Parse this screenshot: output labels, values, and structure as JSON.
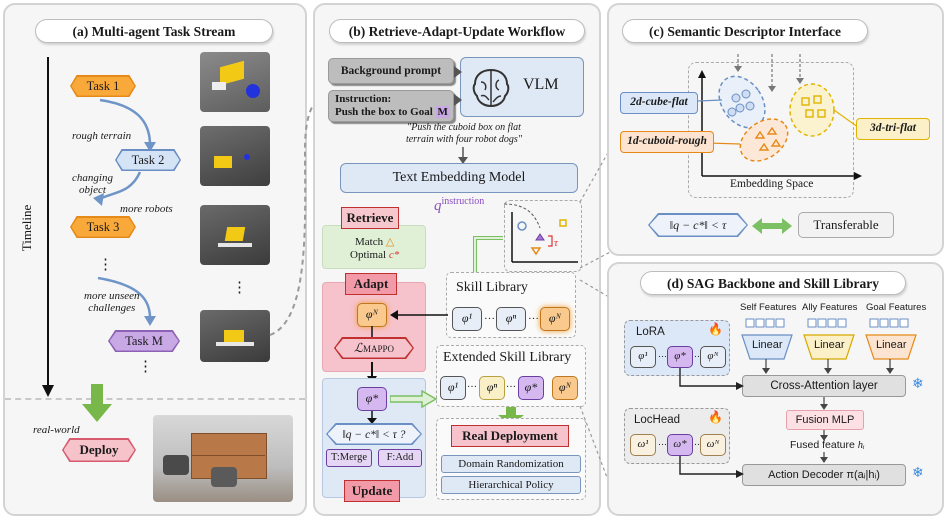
{
  "panel_a": {
    "title": "(a) Multi-agent Task Stream",
    "timeline": "Timeline",
    "task1": "Task 1",
    "task2": "Task 2",
    "task3": "Task 3",
    "taskM": "Task M",
    "rough": "rough terrain",
    "changing": "changing\nobject",
    "more_robots": "more robots",
    "dots1": "⋮",
    "unseen": "more unseen\nchallenges",
    "dots2": "⋮",
    "img_dots": "⋮",
    "real_world": "real-world",
    "deploy": "Deploy"
  },
  "panel_b": {
    "title": "(b) Retrieve-Adapt-Update Workflow",
    "background_prompt": "Background prompt",
    "instruction_line1": "Instruction:",
    "instruction_line2": "Push the box to Goal",
    "instruction_M": "M",
    "vlm": "VLM",
    "quote": "\"Push the cuboid box on flat\nterrain with four robot dogs\"",
    "text_embedding": "Text Embedding Model",
    "q_label": "q",
    "q_sup": "instruction",
    "tau": "τ",
    "retrieve": "Retrieve",
    "match": "Match",
    "match_sym": "△",
    "optimal": "Optimal",
    "optimal_sym": "c*",
    "adapt": "Adapt",
    "phiN_adapt": "φᴺ",
    "loss": "ℒ",
    "loss_sub": "MAPPO",
    "skill_library": "Skill Library",
    "sl_phi1": "φ¹",
    "sl_dots": "…",
    "sl_phin": "φⁿ",
    "sl_dots2": "…",
    "sl_phiN": "φᴺ",
    "ext_skill_library": "Extended Skill Library",
    "esl_phi1": "φ¹",
    "esl_dots": "…",
    "esl_phin": "φⁿ",
    "esl_dots2": "…",
    "esl_phistar": "φ*",
    "esl_phiN": "φᴺ",
    "phistar": "φ*",
    "cond": "‖q − c*‖ < τ ?",
    "merge": "T:Merge",
    "add": "F:Add",
    "update": "Update",
    "real_deploy": "Real Deployment",
    "domain_rand": "Domain Randomization",
    "hier_policy": "Hierarchical Policy"
  },
  "panel_c": {
    "title": "(c) Semantic Descriptor Interface",
    "cube": "2d-cube-flat",
    "tri": "3d-tri-flat",
    "cuboid": "1d-cuboid-rough",
    "emb_space": "Embedding Space",
    "cond": "‖q − c*‖ < τ",
    "transferable": "Transferable"
  },
  "panel_d": {
    "title": "(d) SAG Backbone and Skill Library",
    "self_features": "Self Features",
    "ally_features": "Ally Features",
    "goal_features": "Goal Features",
    "linear1": "Linear",
    "linear2": "Linear",
    "linear3": "Linear",
    "lora": "LoRA",
    "lora_phi1": "φ¹",
    "lora_dots": "…",
    "lora_phistar": "φ*",
    "lora_dots2": "…",
    "lora_phiN": "φᴺ",
    "lochead": "LocHead",
    "lh_w1": "ω¹",
    "lh_dots": "…",
    "lh_wstar": "ω*",
    "lh_dots2": "…",
    "lh_wN": "ωᴺ",
    "cross_attn": "Cross-Attention layer",
    "fusion": "Fusion MLP",
    "fused": "Fused feature",
    "fused_h": "hᵢ",
    "decoder": "Action Decoder π(aᵢ|hᵢ)",
    "fire_icon": "🔥",
    "snow_icon": "❄"
  }
}
